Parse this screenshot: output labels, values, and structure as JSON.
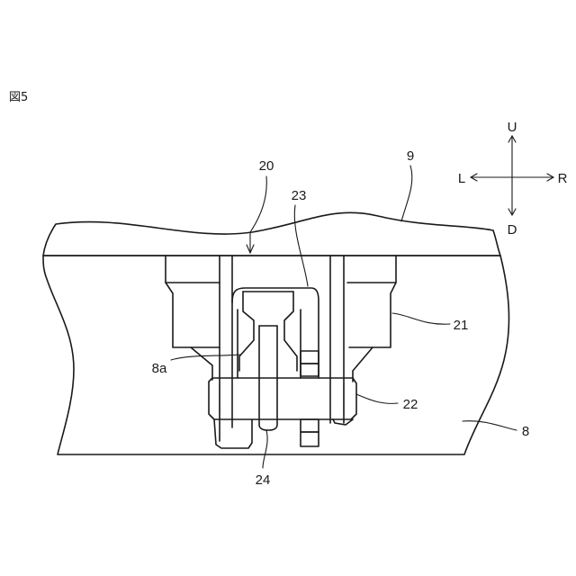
{
  "figure": {
    "title": "図5"
  },
  "directions": {
    "up": "U",
    "down": "D",
    "left": "L",
    "right": "R"
  },
  "labels": {
    "top_cover": "9",
    "body": "8",
    "body_recess": "8a",
    "clip_assembly": "20",
    "bracket": "21",
    "collar": "22",
    "spring": "23",
    "pin": "24"
  }
}
